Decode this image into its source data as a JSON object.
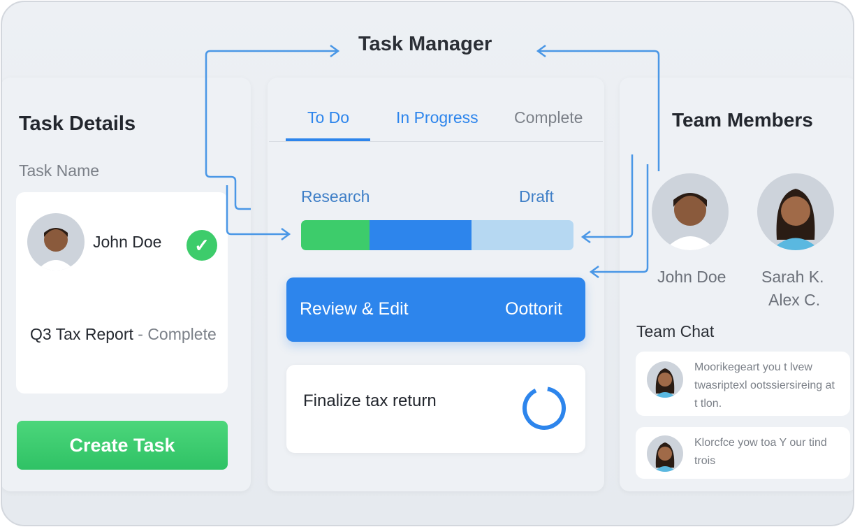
{
  "app_title": "Task Manager",
  "left": {
    "heading": "Task Details",
    "field_label": "Task Name",
    "assignee": "John Doe",
    "task_text": "Q3 Tax Report",
    "task_status": "- Complete",
    "create_button": "Create Task"
  },
  "center": {
    "tabs": [
      {
        "label": "To Do",
        "active": true
      },
      {
        "label": "In Progress"
      },
      {
        "label": "Complete"
      }
    ],
    "progress": {
      "start_label": "Research",
      "end_label": "Draft",
      "segments": [
        {
          "name": "research",
          "fraction": 0.25,
          "color": "#3dcc6b"
        },
        {
          "name": "in-progress",
          "fraction": 0.375,
          "color": "#2d85ec"
        },
        {
          "name": "remaining",
          "fraction": 0.375,
          "color": "#b6d8f2"
        }
      ]
    },
    "review_card": {
      "label": "Review & Edit",
      "action": "Oottorit"
    },
    "finalize_card": {
      "label": "Finalize tax return",
      "progress": 0.9
    }
  },
  "right": {
    "heading": "Team Members",
    "members": [
      {
        "name": "John Doe"
      },
      {
        "name": "Sarah K."
      },
      {
        "name": "Alex C."
      }
    ],
    "chat_heading": "Team Chat",
    "messages": [
      {
        "text": "Moorikegeart you t lvew twasriptexl ootssiersireing at t tlon."
      },
      {
        "text": "Klorcfce yow toa Y our tind trois"
      }
    ]
  },
  "colors": {
    "accent": "#2d85ec",
    "success": "#3dcc6b",
    "arrow": "#4a97e6"
  }
}
